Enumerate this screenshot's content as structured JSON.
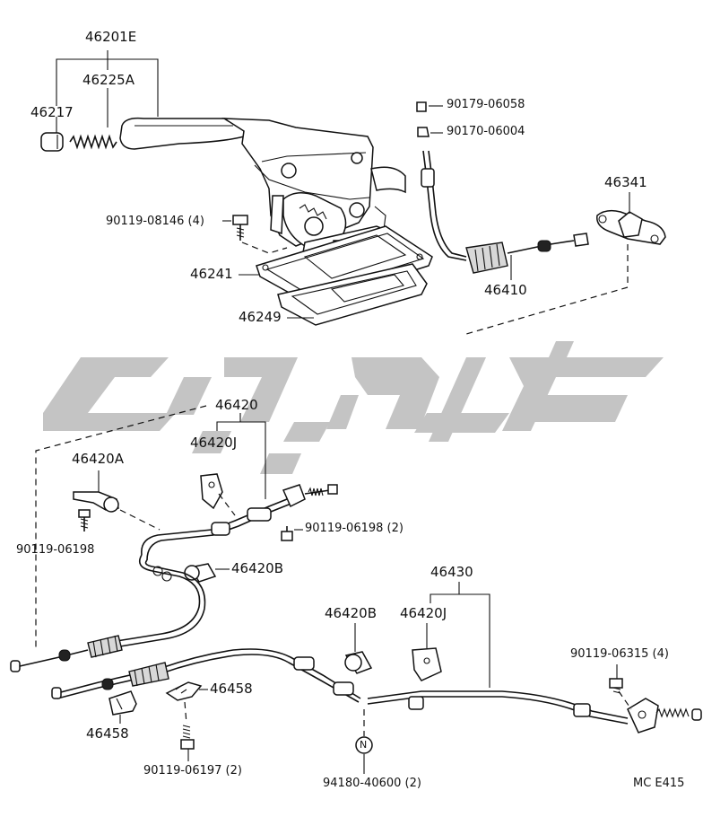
{
  "drawing_code": "MC E415",
  "callouts": {
    "c46201E": "46201E",
    "c46225A": "46225A",
    "c46217": "46217",
    "c90179": "90179-06058",
    "c90170": "90170-06004",
    "c46341": "46341",
    "c90119_08146": "90119-08146 (4)",
    "c46410": "46410",
    "c46241": "46241",
    "c46249": "46249",
    "c46420": "46420",
    "c46420J_top": "46420J",
    "c46420A": "46420A",
    "c90119_06198_2": "90119-06198 (2)",
    "c90119_06198": "90119-06198",
    "c46420B_top": "46420B",
    "c46430": "46430",
    "c46420B_bot": "46420B",
    "c46420J_bot": "46420J",
    "c90119_06315": "90119-06315 (4)",
    "c46458_right": "46458",
    "c46458_left": "46458",
    "c90119_06197": "90119-06197 (2)",
    "c94180": "94180-40600 (2)",
    "n_mark": "N"
  },
  "colors": {
    "line": "#111111",
    "watermark": "#c4c4c4",
    "background": "#ffffff"
  }
}
